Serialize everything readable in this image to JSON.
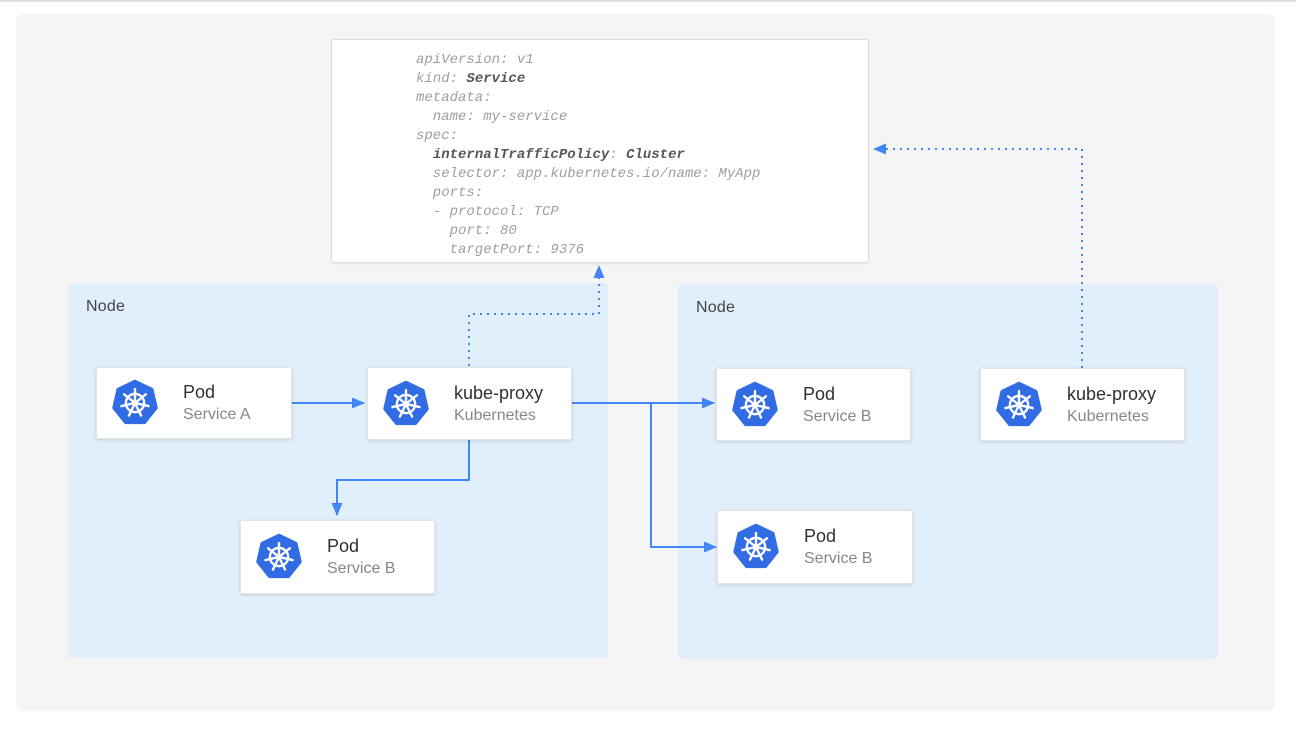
{
  "colors": {
    "accent_blue": "#4285f4",
    "kubernetes_blue": "#326ce5",
    "node_background": "#e1eefb",
    "panel_background": "#f5f5f6",
    "code_text": "#9b9fa4",
    "code_bold_text": "#54575b"
  },
  "yaml_card": {
    "lines": [
      [
        {
          "t": "apiVersion: v1",
          "b": false
        }
      ],
      [
        {
          "t": "kind: ",
          "b": false
        },
        {
          "t": "Service",
          "b": true
        }
      ],
      [
        {
          "t": "metadata:",
          "b": false
        }
      ],
      [
        {
          "t": "  name: my-service",
          "b": false
        }
      ],
      [
        {
          "t": "spec:",
          "b": false
        }
      ],
      [
        {
          "t": "  ",
          "b": false
        },
        {
          "t": "internalTrafficPolicy",
          "b": true
        },
        {
          "t": ": ",
          "b": false
        },
        {
          "t": "Cluster",
          "b": true
        }
      ],
      [
        {
          "t": "  selector: app.kubernetes.io/name: MyApp",
          "b": false
        }
      ],
      [
        {
          "t": "  ports:",
          "b": false
        }
      ],
      [
        {
          "t": "  - protocol: TCP",
          "b": false
        }
      ],
      [
        {
          "t": "    port: 80",
          "b": false
        }
      ],
      [
        {
          "t": "    targetPort: 9376",
          "b": false
        }
      ]
    ]
  },
  "nodes": {
    "left": {
      "label": "Node"
    },
    "right": {
      "label": "Node"
    }
  },
  "cards": {
    "left_pod_a": {
      "title": "Pod",
      "subtitle": "Service A",
      "icon": "kubernetes-logo"
    },
    "left_kube_proxy": {
      "title": "kube-proxy",
      "subtitle": "Kubernetes",
      "icon": "kubernetes-logo"
    },
    "left_pod_b": {
      "title": "Pod",
      "subtitle": "Service B",
      "icon": "kubernetes-logo"
    },
    "right_pod_b_top": {
      "title": "Pod",
      "subtitle": "Service B",
      "icon": "kubernetes-logo"
    },
    "right_pod_b_bottom": {
      "title": "Pod",
      "subtitle": "Service B",
      "icon": "kubernetes-logo"
    },
    "right_kube_proxy": {
      "title": "kube-proxy",
      "subtitle": "Kubernetes",
      "icon": "kubernetes-logo"
    }
  },
  "arrows": [
    {
      "from": "left_pod_a",
      "to": "left_kube_proxy",
      "style": "solid"
    },
    {
      "from": "left_kube_proxy",
      "to": "right_pod_b_top",
      "style": "solid"
    },
    {
      "from": "left_kube_proxy",
      "to": "right_pod_b_bottom",
      "style": "solid"
    },
    {
      "from": "left_kube_proxy",
      "to": "left_pod_b",
      "style": "solid"
    },
    {
      "from": "left_kube_proxy",
      "to": "service-yaml-card",
      "style": "dotted"
    },
    {
      "from": "right_kube_proxy",
      "to": "service-yaml-card",
      "style": "dotted"
    }
  ]
}
